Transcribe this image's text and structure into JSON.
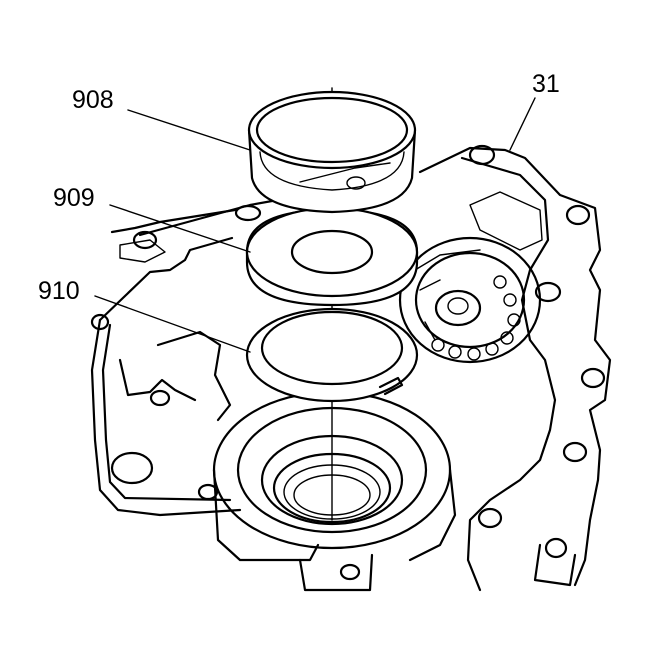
{
  "callouts": [
    {
      "id": "908",
      "label": "908"
    },
    {
      "id": "909",
      "label": "909"
    },
    {
      "id": "910",
      "label": "910"
    },
    {
      "id": "31",
      "label": "31"
    }
  ]
}
